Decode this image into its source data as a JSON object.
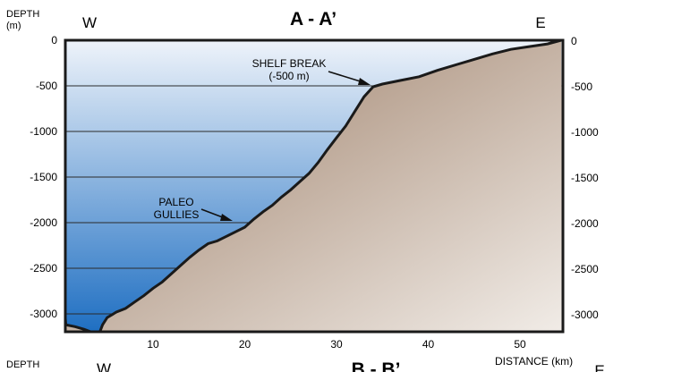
{
  "title": "A - A’",
  "depth_label": [
    "DEPTH",
    "(m)"
  ],
  "west": "W",
  "east": "E",
  "distance_label": "DISTANCE (km)",
  "lower_title": "B - B’",
  "lower_depth_label": "DEPTH",
  "lower_west": "W",
  "lower_east": "E",
  "y_ticks": [
    "0",
    "-500",
    "-1000",
    "-1500",
    "-2000",
    "-2500",
    "-3000"
  ],
  "x_ticks": [
    "10",
    "20",
    "30",
    "40",
    "50"
  ],
  "annotations": {
    "shelf_break": [
      "SHELF BREAK",
      "(-500 m)"
    ],
    "paleo_gullies": [
      "PALEO",
      "GULLIES"
    ]
  },
  "profile": {
    "x_range_km": [
      0,
      54.5
    ],
    "depth_range_m": [
      0,
      -3200
    ],
    "points": [
      [
        0,
        -3050
      ],
      [
        0.5,
        -3120
      ],
      [
        1.5,
        -3140
      ],
      [
        2.5,
        -3170
      ],
      [
        3.2,
        -3200
      ],
      [
        4.2,
        -3200
      ],
      [
        4.5,
        -3120
      ],
      [
        5.0,
        -3040
      ],
      [
        6.0,
        -2980
      ],
      [
        7.0,
        -2940
      ],
      [
        8.0,
        -2870
      ],
      [
        9.0,
        -2800
      ],
      [
        10.0,
        -2720
      ],
      [
        11.0,
        -2650
      ],
      [
        12.0,
        -2560
      ],
      [
        13.0,
        -2470
      ],
      [
        14.0,
        -2380
      ],
      [
        15.0,
        -2300
      ],
      [
        16.0,
        -2230
      ],
      [
        17.0,
        -2200
      ],
      [
        18.0,
        -2150
      ],
      [
        19.0,
        -2100
      ],
      [
        20.0,
        -2050
      ],
      [
        21.0,
        -1960
      ],
      [
        22.0,
        -1880
      ],
      [
        23.0,
        -1810
      ],
      [
        24.0,
        -1720
      ],
      [
        25.0,
        -1640
      ],
      [
        26.0,
        -1550
      ],
      [
        27.0,
        -1460
      ],
      [
        28.0,
        -1340
      ],
      [
        29.0,
        -1200
      ],
      [
        30.0,
        -1070
      ],
      [
        31.0,
        -940
      ],
      [
        32.0,
        -780
      ],
      [
        33.0,
        -620
      ],
      [
        34.0,
        -510
      ],
      [
        35.0,
        -480
      ],
      [
        37.0,
        -440
      ],
      [
        39.0,
        -400
      ],
      [
        41.0,
        -330
      ],
      [
        43.0,
        -270
      ],
      [
        45.0,
        -210
      ],
      [
        47.0,
        -150
      ],
      [
        49.0,
        -100
      ],
      [
        51.0,
        -70
      ],
      [
        53.0,
        -40
      ],
      [
        54.5,
        0
      ]
    ]
  },
  "colors": {
    "water_top": "#eef3fa",
    "water_bottom": "#1f6fc2",
    "land_top": "#97775f",
    "land_bottom": "#f1ece7",
    "outline": "#1a1a1a"
  }
}
